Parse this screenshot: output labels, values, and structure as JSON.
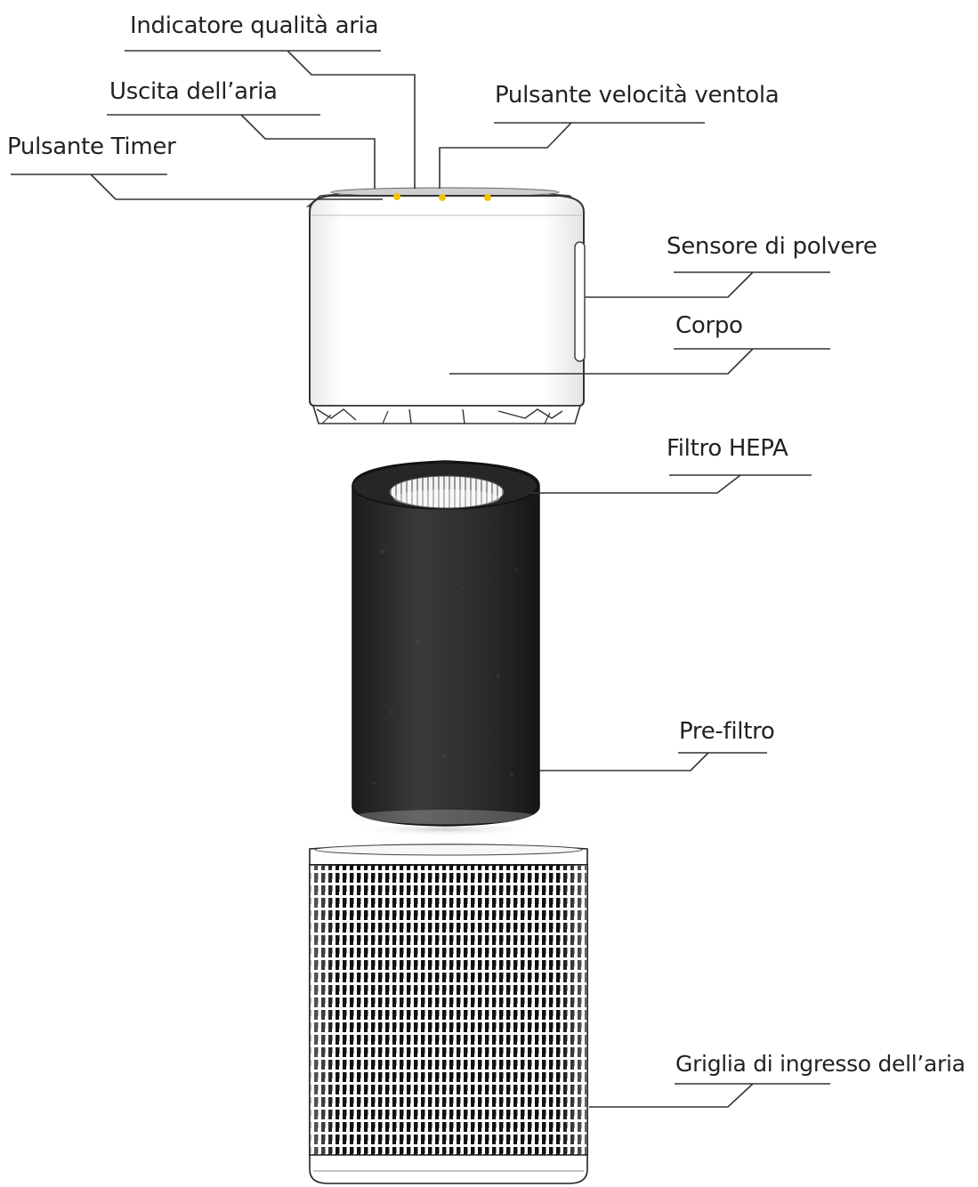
{
  "labels": {
    "air_quality_indicator": "Indicatore qualità aria",
    "air_outlet": "Uscita dell’aria",
    "fan_speed_button": "Pulsante velocità ventola",
    "timer_button": "Pulsante Timer",
    "dust_sensor": "Sensore di polvere",
    "body": "Corpo",
    "hepa_filter": "Filtro HEPA",
    "pre_filter": "Pre-filtro",
    "air_inlet_grille": "Griglia di ingresso dell’aria"
  },
  "colors": {
    "line": "#333333",
    "indicator_led": "#f2c200",
    "filter_dark": "#2a2a2a",
    "grille_dark": "#111111"
  }
}
